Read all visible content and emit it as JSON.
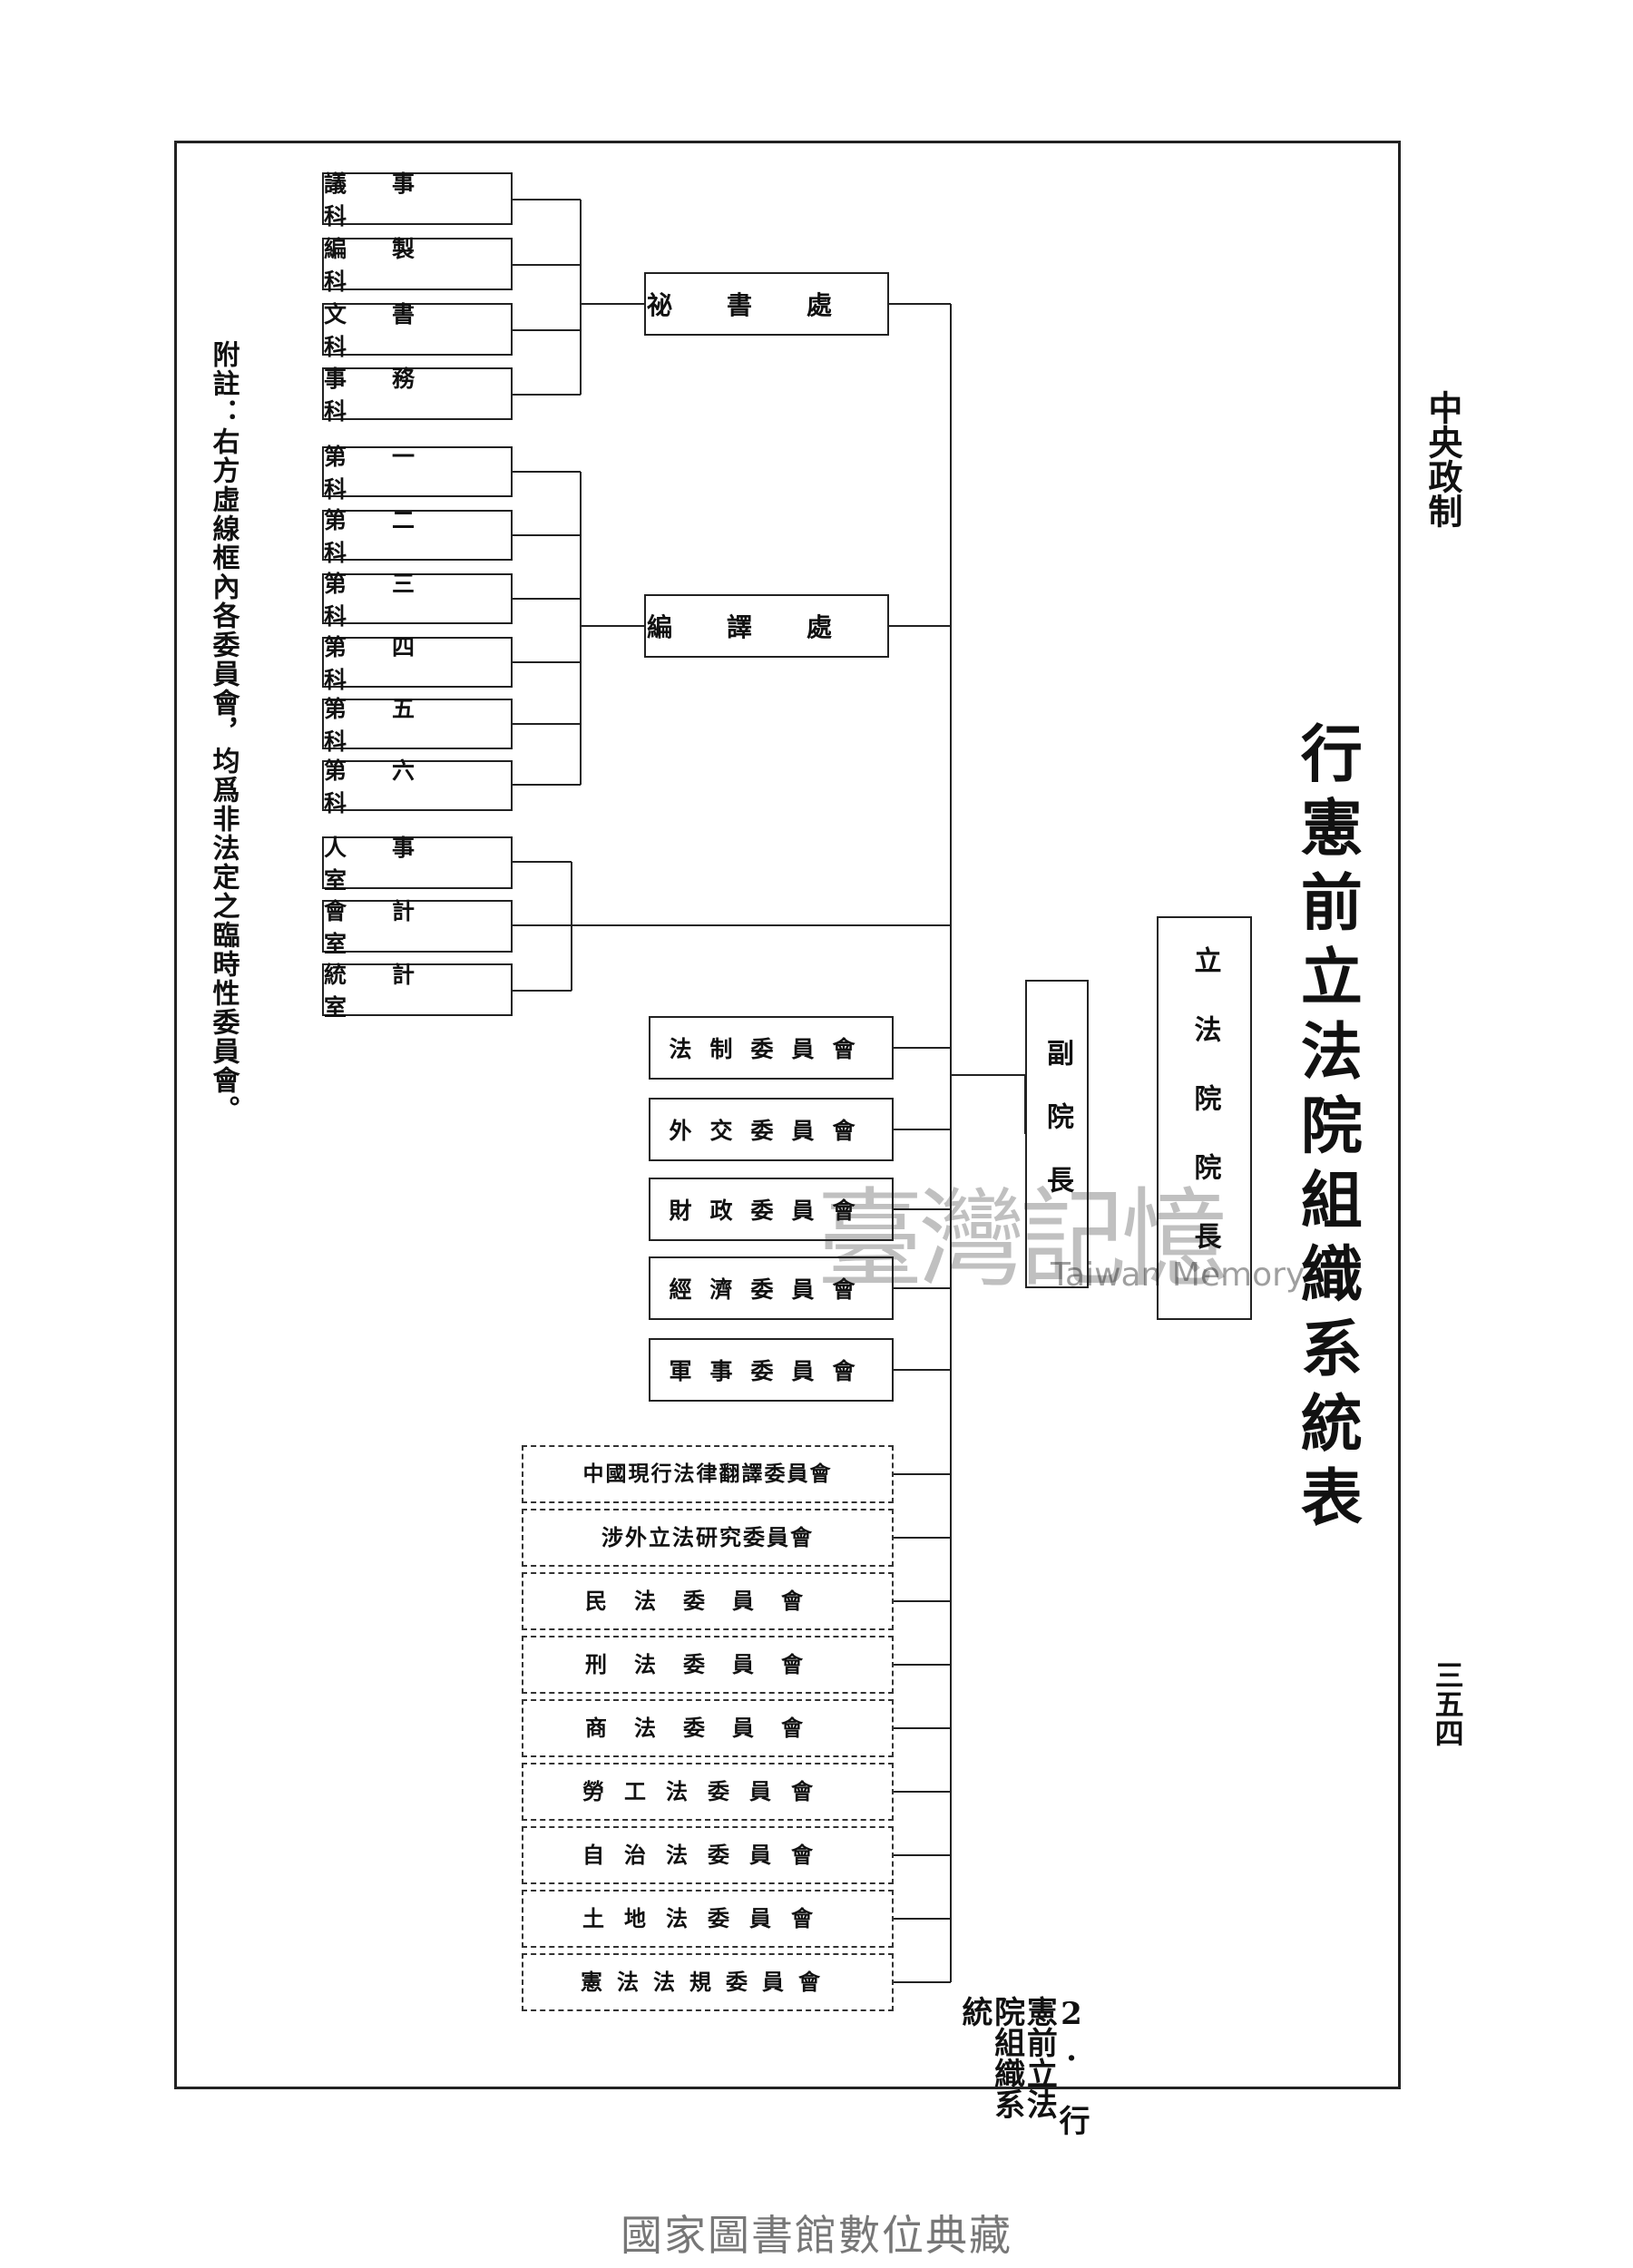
{
  "header": {
    "section": "中央政制",
    "page_number": "三五四"
  },
  "title": "行憲前立法院組織系統表",
  "side_caption": "2. 行憲前立法院組織系統",
  "note": "附註：右方虛線框內各委員會，均爲非法定之臨時性委員會。",
  "leadership": {
    "president": "立法院院長",
    "vice_president": "副院長"
  },
  "departments": {
    "secretariat": "祕書處",
    "translation": "編譯處"
  },
  "secretariat_sections": [
    "議事科",
    "編製科",
    "文書科",
    "事務科"
  ],
  "translation_sections": [
    "第一科",
    "第二科",
    "第三科",
    "第四科",
    "第五科",
    "第六科"
  ],
  "offices": [
    "人事室",
    "會計室",
    "統計室"
  ],
  "statutory_committees": [
    "法制委員會",
    "外交委員會",
    "財政委員會",
    "經濟委員會",
    "軍事委員會"
  ],
  "ad_hoc_committees": [
    "中國現行法律翻譯委員會",
    "涉外立法研究委員會",
    "民法委員會",
    "刑法委員會",
    "商法委員會",
    "勞工法委員會",
    "自治法委員會",
    "土地法委員會",
    "憲法法規委員會"
  ],
  "watermark": {
    "chinese": "臺灣記憶",
    "english": "Taiwan Memory"
  },
  "footer": "國家圖書館數位典藏"
}
